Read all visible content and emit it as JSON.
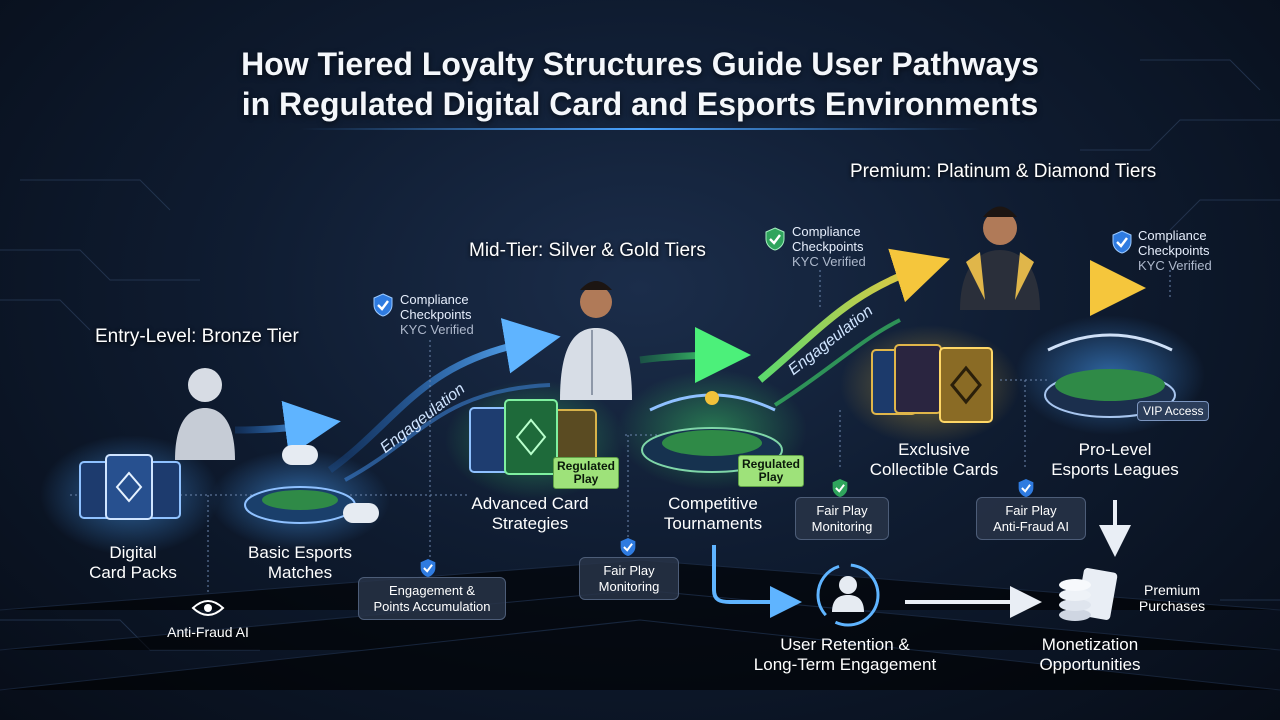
{
  "title_line1": "How Tiered Loyalty Structures Guide User Pathways",
  "title_line2": "in Regulated Digital Card and Esports Environments",
  "tiers": {
    "entry": "Entry-Level: Bronze Tier",
    "mid": "Mid-Tier: Silver & Gold Tiers",
    "premium": "Premium: Platinum & Diamond Tiers"
  },
  "nodes": {
    "card_packs": [
      "Digital",
      "Card Packs"
    ],
    "basic_esports": [
      "Basic Esports",
      "Matches"
    ],
    "advanced_cards": [
      "Advanced Card",
      "Strategies"
    ],
    "tournaments": [
      "Competitive",
      "Tournaments"
    ],
    "exclusive_cards": [
      "Exclusive",
      "Collectible Cards"
    ],
    "pro_leagues": [
      "Pro-Level",
      "Esports Leagues"
    ],
    "retention": [
      "User Retention &",
      "Long-Term Engagement"
    ],
    "monetization": [
      "Monetization",
      "Opportunities"
    ],
    "premium_purchases": [
      "Premium",
      "Purchases"
    ]
  },
  "compliance": {
    "title": [
      "Compliance",
      "Checkpoints"
    ],
    "sub": "KYC Verified"
  },
  "chips": {
    "engagement_points": [
      "Engagement &",
      "Points Accumulation"
    ],
    "fair_play": [
      "Fair Play",
      "Monitoring"
    ],
    "fair_play_ai": [
      "Fair Play",
      "Anti-Fraud AI"
    ]
  },
  "anti_fraud": "Anti-Fraud AI",
  "regulated_play": [
    "Regulated",
    "Play"
  ],
  "vip_access": "VIP Access",
  "engagement_label": "Engageulation",
  "colors": {
    "blue": "#3aa0ff",
    "green": "#3fdc6a",
    "gold": "#f2c23a",
    "white": "#e9eef5",
    "accent": "#4aa3ff"
  }
}
